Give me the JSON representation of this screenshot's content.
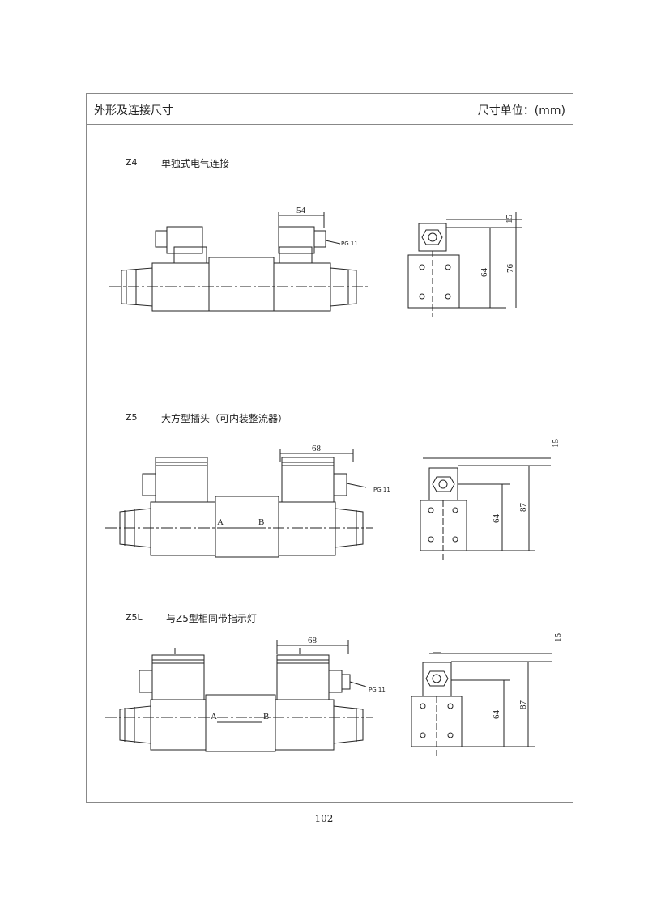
{
  "header": {
    "title": "外形及连接尺寸",
    "unit_label": "尺寸单位：(mm)"
  },
  "sections": [
    {
      "code": "Z4",
      "title": "单独式电气连接",
      "dims": {
        "top_width": "54",
        "d1": "15",
        "d2": "64",
        "d3": "76"
      },
      "connector_label": "PG 11",
      "port_a": "",
      "port_b": ""
    },
    {
      "code": "Z5",
      "title": "大方型插头（可内装整流器）",
      "dims": {
        "top_width": "68",
        "d1": "15",
        "d2": "64",
        "d3": "87"
      },
      "connector_label": "PG 11",
      "port_a": "A",
      "port_b": "B"
    },
    {
      "code": "Z5L",
      "title": "与Z5型相同带指示灯",
      "dims": {
        "top_width": "68",
        "d1": "15",
        "d2": "64",
        "d3": "87"
      },
      "connector_label": "PG 11",
      "port_a": "A",
      "port_b": "B"
    }
  ],
  "footer": {
    "page_number": "- 102 -"
  }
}
